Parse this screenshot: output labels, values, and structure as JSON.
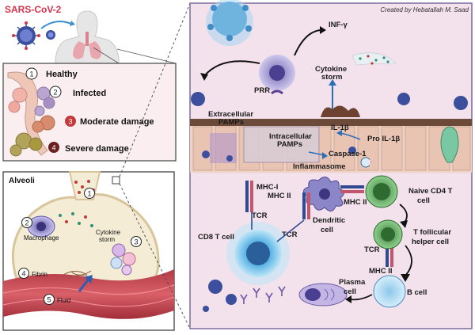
{
  "virus_title": "SARS-CoV-2",
  "credit": "Created by Hebatallah M. Saad",
  "stages": {
    "s1_num": "1",
    "s1": "Healthy",
    "s2_num": "2",
    "s2": "Infected",
    "s3_num": "3",
    "s3": "Moderate damage",
    "s4_num": "4",
    "s4": "Severe damage"
  },
  "alveoli": {
    "title": "Alveoli",
    "n1": "1",
    "n2": "2",
    "n3": "3",
    "n4": "4",
    "n5": "5",
    "macrophage": "Macrophage",
    "cytokine_storm_1": "Cytokine",
    "cytokine_storm_2": "storm",
    "fibrin": "Fibrin",
    "fluid": "Fluid"
  },
  "immune": {
    "inf_gamma": "INF-γ",
    "prr": "PRR",
    "cytokine_storm_1": "Cytokine",
    "cytokine_storm_2": "storm",
    "extracellular_pamps_1": "Extracellular",
    "extracellular_pamps_2": "PAMPs",
    "intracellular_pamps_1": "Intracellular",
    "intracellular_pamps_2": "PAMPs",
    "il1b": "IL-1β",
    "pro_il1b": "Pro IL-1β",
    "caspase": "Caspase-1",
    "inflammasome": "Inflammasome",
    "mhc1": "MHC-I",
    "mhc2_a": "MHC II",
    "mhc2_b": "MHC II",
    "mhc2_c": "MHC II",
    "tcr_a": "TCR",
    "tcr_b": "TCR",
    "tcr_c": "TCR",
    "dendritic_1": "Dendritic",
    "dendritic_2": "cell",
    "cd8": "CD8 T cell",
    "naive_cd4_1": "Naive CD4 T",
    "naive_cd4_2": "cell",
    "tfh_1": "T follicular",
    "tfh_2": "helper  cell",
    "plasma_1": "Plasma",
    "plasma_2": "cell",
    "bcell": "B cell"
  },
  "colors": {
    "virus_blue": "#3b4f9c",
    "panel_border": "#7a6aa0",
    "tissue_pink": "#f8e1e6",
    "cd4_green": "#58a35a",
    "cd8_blue": "#3a9fd0",
    "stage3_red": "#c23a3a",
    "stage4_dark": "#6b1f1f"
  }
}
